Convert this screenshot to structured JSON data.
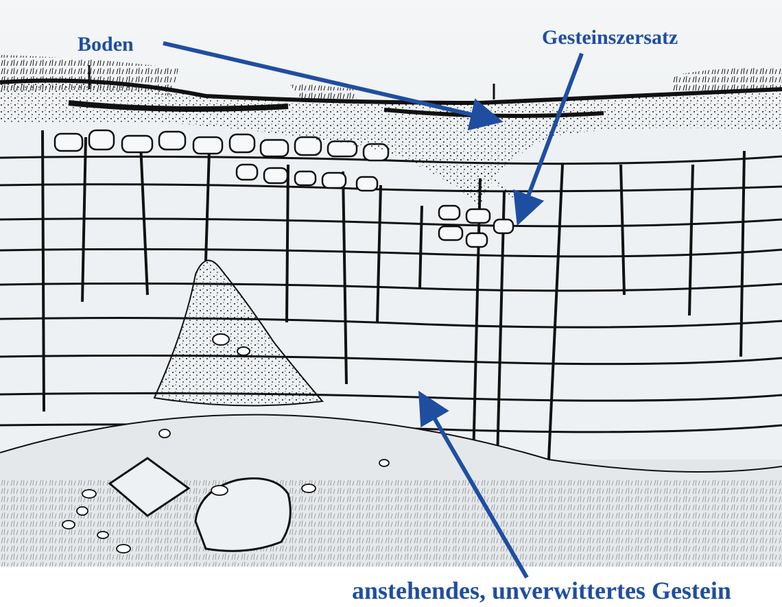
{
  "labels": {
    "soil": "Boden",
    "weathered_rock": "Gesteinszersatz",
    "bedrock": "anstehendes, unverwittertes Gestein"
  },
  "colors": {
    "label_blue": "#1f4ea1",
    "ink": "#111111",
    "paper_top": "#f3f5f6",
    "paper_bottom": "#dfe3e6"
  }
}
